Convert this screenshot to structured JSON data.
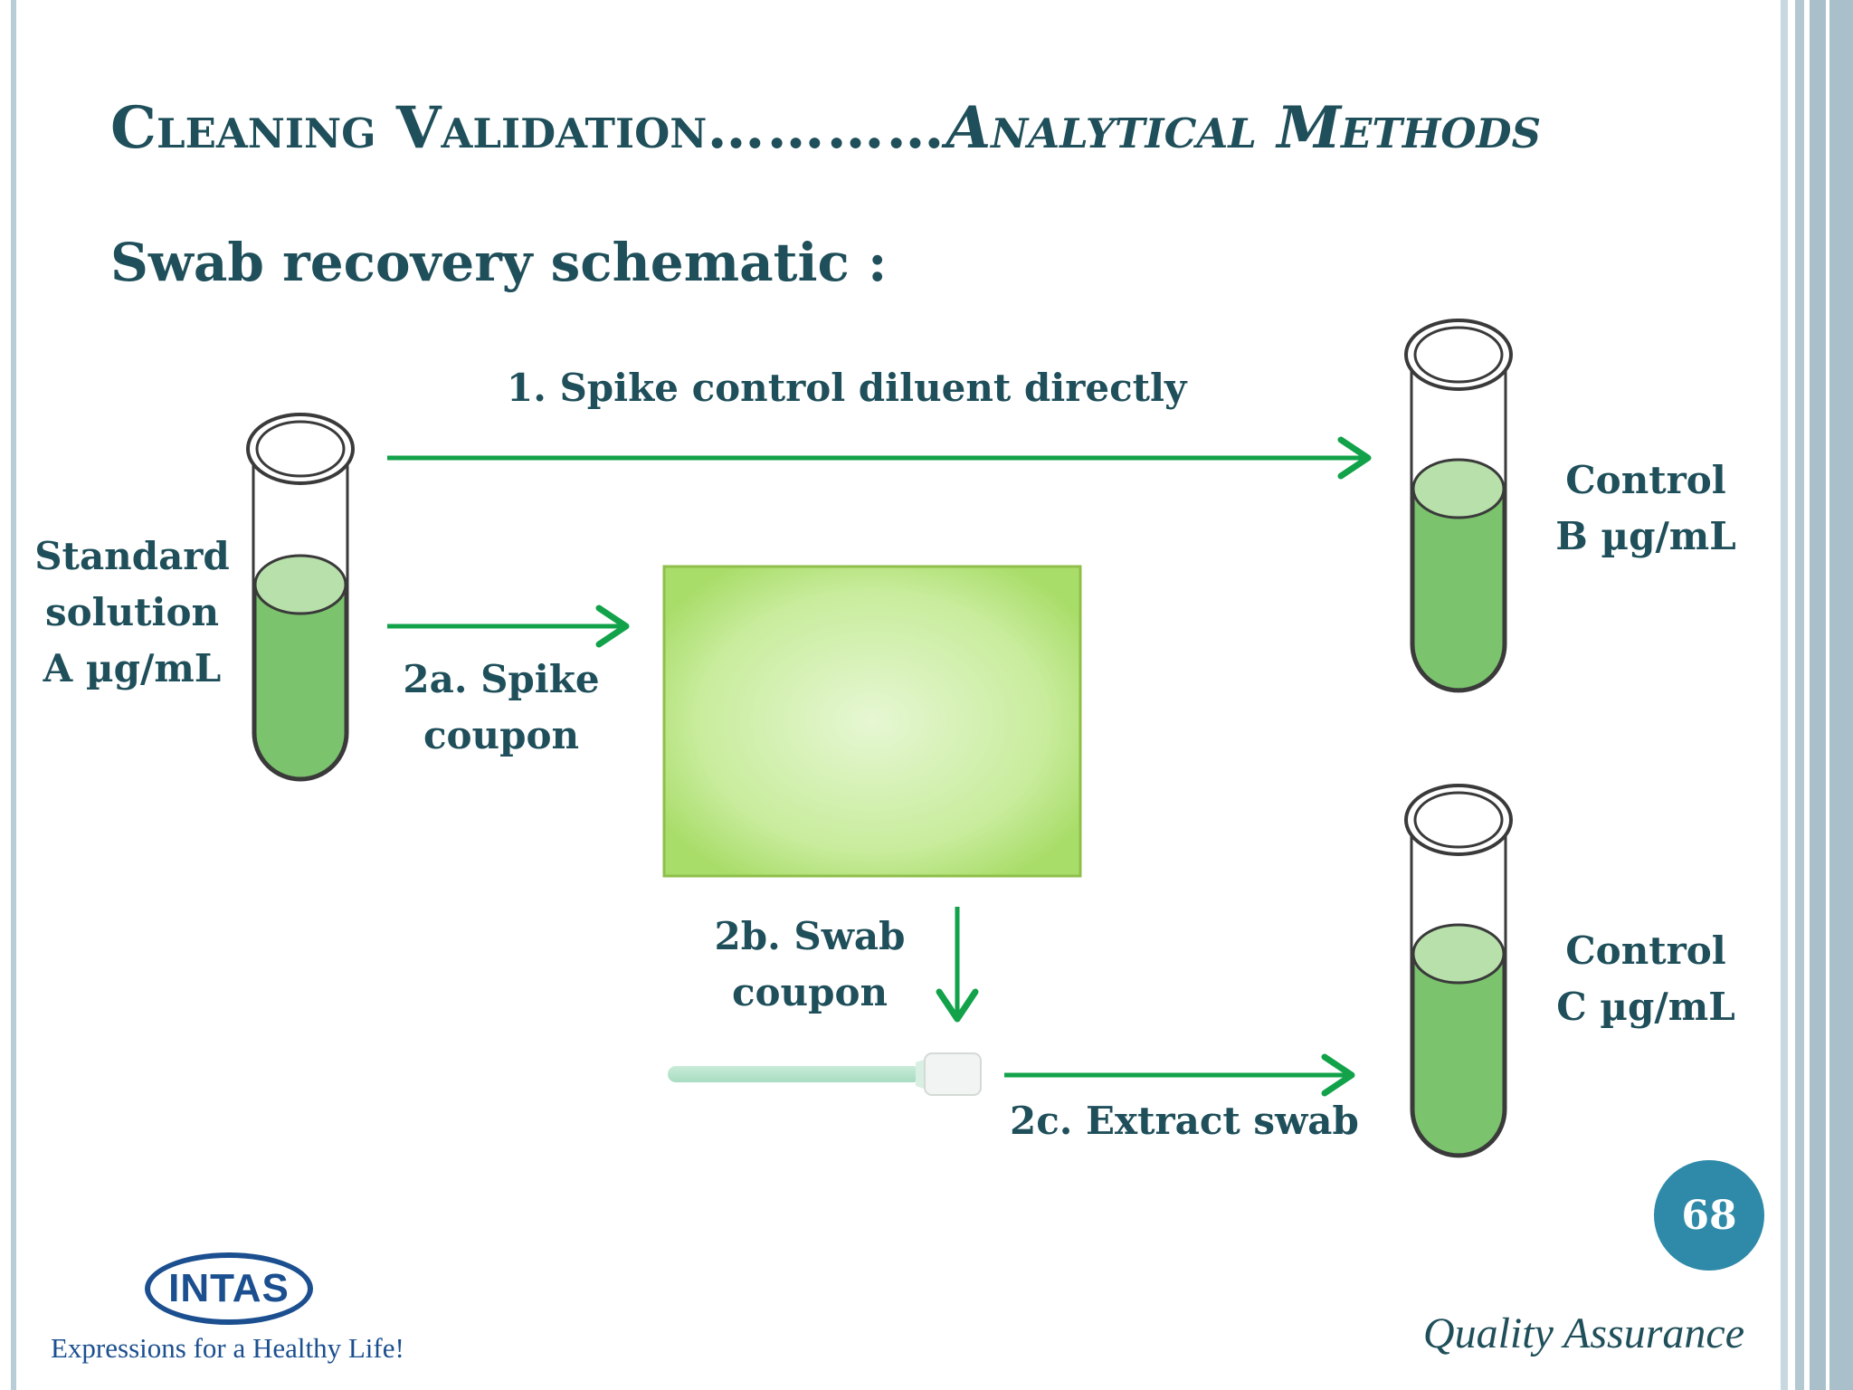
{
  "slide": {
    "title_main": "Cleaning Validation",
    "title_dots": "…………",
    "title_sub": "Analytical Methods",
    "subtitle": "Swab recovery schematic :",
    "page_number": "68",
    "footer_right": "Quality Assurance"
  },
  "diagram": {
    "standard": [
      "Standard",
      "solution",
      "A µg/mL"
    ],
    "step1": "1.  Spike control diluent directly",
    "step2a": [
      "2a. Spike",
      "coupon"
    ],
    "step2b": [
      "2b. Swab",
      "coupon"
    ],
    "step2c": "2c. Extract swab",
    "control_b": [
      "Control",
      "B µg/mL"
    ],
    "control_c": [
      "Control",
      "C µg/mL"
    ]
  },
  "logo": {
    "name": "INTAS",
    "tagline": "Expressions for a Healthy Life!"
  },
  "colors": {
    "text": "#1f4f5a",
    "arrow": "#12a24a",
    "liquid": "#7bc36d",
    "badge": "#2e8aa8",
    "logo": "#1b4f8f"
  }
}
